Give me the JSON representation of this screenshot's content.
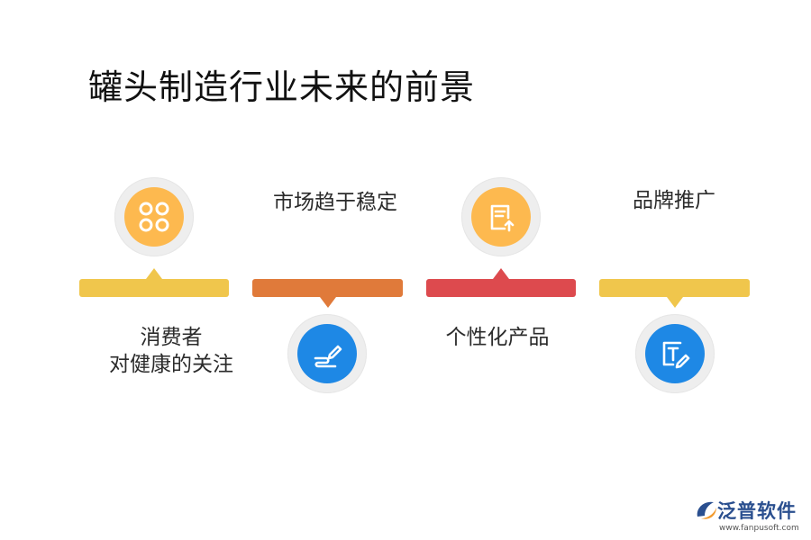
{
  "title": "罐头制造行业未来的前景",
  "steps": [
    {
      "label": "消费者\n对健康的关注",
      "icon": "grid-dots-icon",
      "color": "#F0C64C",
      "disc_color": "#FDB94F"
    },
    {
      "label": "市场趋于稳定",
      "icon": "pen-scribble-icon",
      "color": "#E07A3A",
      "disc_color": "#1E88E5"
    },
    {
      "label": "个性化产品",
      "icon": "document-upload-icon",
      "color": "#DD4A4E",
      "disc_color": "#FDB94F"
    },
    {
      "label": "品牌推广",
      "icon": "text-edit-icon",
      "color": "#F0C64C",
      "disc_color": "#1E88E5"
    }
  ],
  "logo": {
    "name": "泛普软件",
    "url": "www.fanpusoft.com"
  }
}
